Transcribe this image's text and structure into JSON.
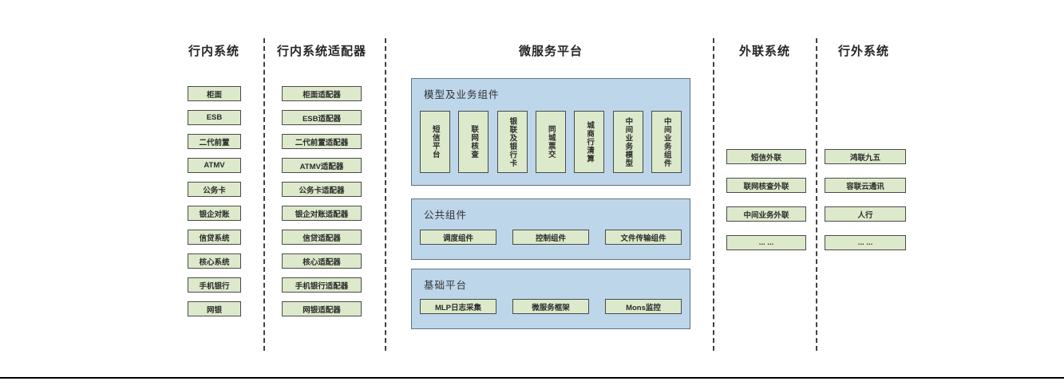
{
  "columns": [
    {
      "title": "行内系统",
      "items": [
        "柜面",
        "ESB",
        "二代前置",
        "ATMV",
        "公务卡",
        "银企对账",
        "信贷系统",
        "核心系统",
        "手机银行",
        "网银"
      ]
    },
    {
      "title": "行内系统适配器",
      "items": [
        "柜面适配器",
        "ESB适配器",
        "二代前置适配器",
        "ATMV适配器",
        "公务卡适配器",
        "银企对账适配器",
        "信贷适配器",
        "核心适配器",
        "手机银行适配器",
        "网银适配器"
      ]
    },
    {
      "title": "微服务平台",
      "groups": [
        {
          "title": "模型及业务组件",
          "items": [
            "短信平台",
            "联网核查",
            "银联及银行卡",
            "同城票交",
            "城商行清算",
            "中间业务模型",
            "中间业务组件"
          ]
        },
        {
          "title": "公共组件",
          "items": [
            "调度组件",
            "控制组件",
            "文件传输组件"
          ]
        },
        {
          "title": "基础平台",
          "items": [
            "MLP日志采集",
            "微服务框架",
            "Mons监控"
          ]
        }
      ]
    },
    {
      "title": "外联系统",
      "items": [
        "短信外联",
        "联网核查外联",
        "中间业务外联",
        "... ..."
      ]
    },
    {
      "title": "行外系统",
      "items": [
        "鸿联九五",
        "容联云通讯",
        "人行",
        "... ..."
      ]
    }
  ],
  "colors": {
    "green_fill": "#dce9cb",
    "green_border": "#4a4a4a",
    "blue_fill": "#bdd6ea",
    "blue_border": "#5f7383",
    "dash_line": "#404040",
    "bottom_line": "#000000"
  }
}
